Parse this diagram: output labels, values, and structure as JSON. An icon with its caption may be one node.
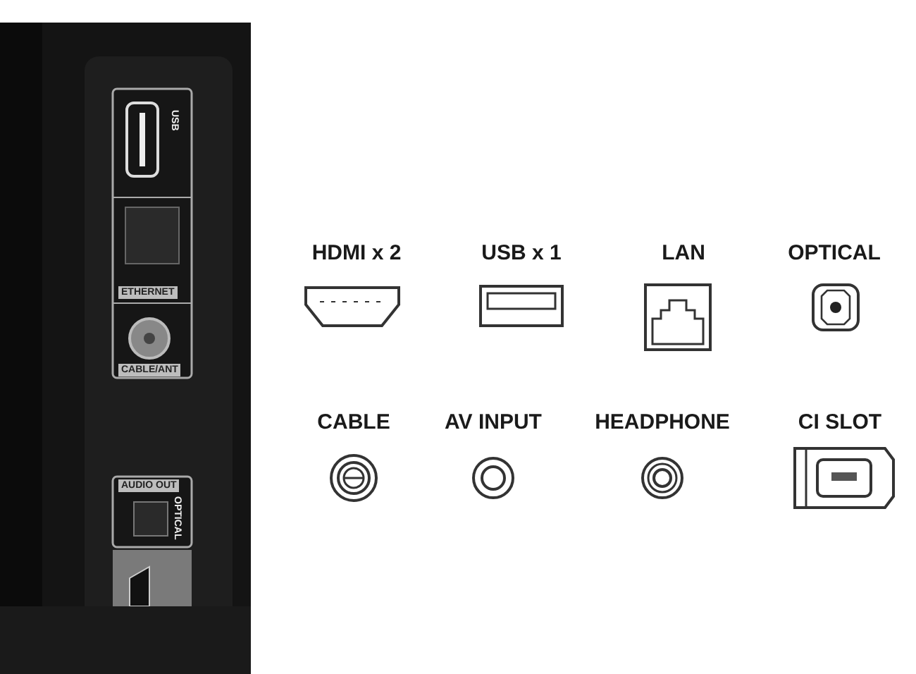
{
  "diagram": {
    "labels": [
      "USB",
      "ETHERNET",
      "CABLE/ANT",
      "AUDIO OUT",
      "OPTICAL",
      "HDMI x 2",
      "USB x 1",
      "LAN",
      "OPTICAL",
      "CABLE",
      "AV INPUT",
      "HEADPHONE",
      "CI SLOT"
    ]
  }
}
